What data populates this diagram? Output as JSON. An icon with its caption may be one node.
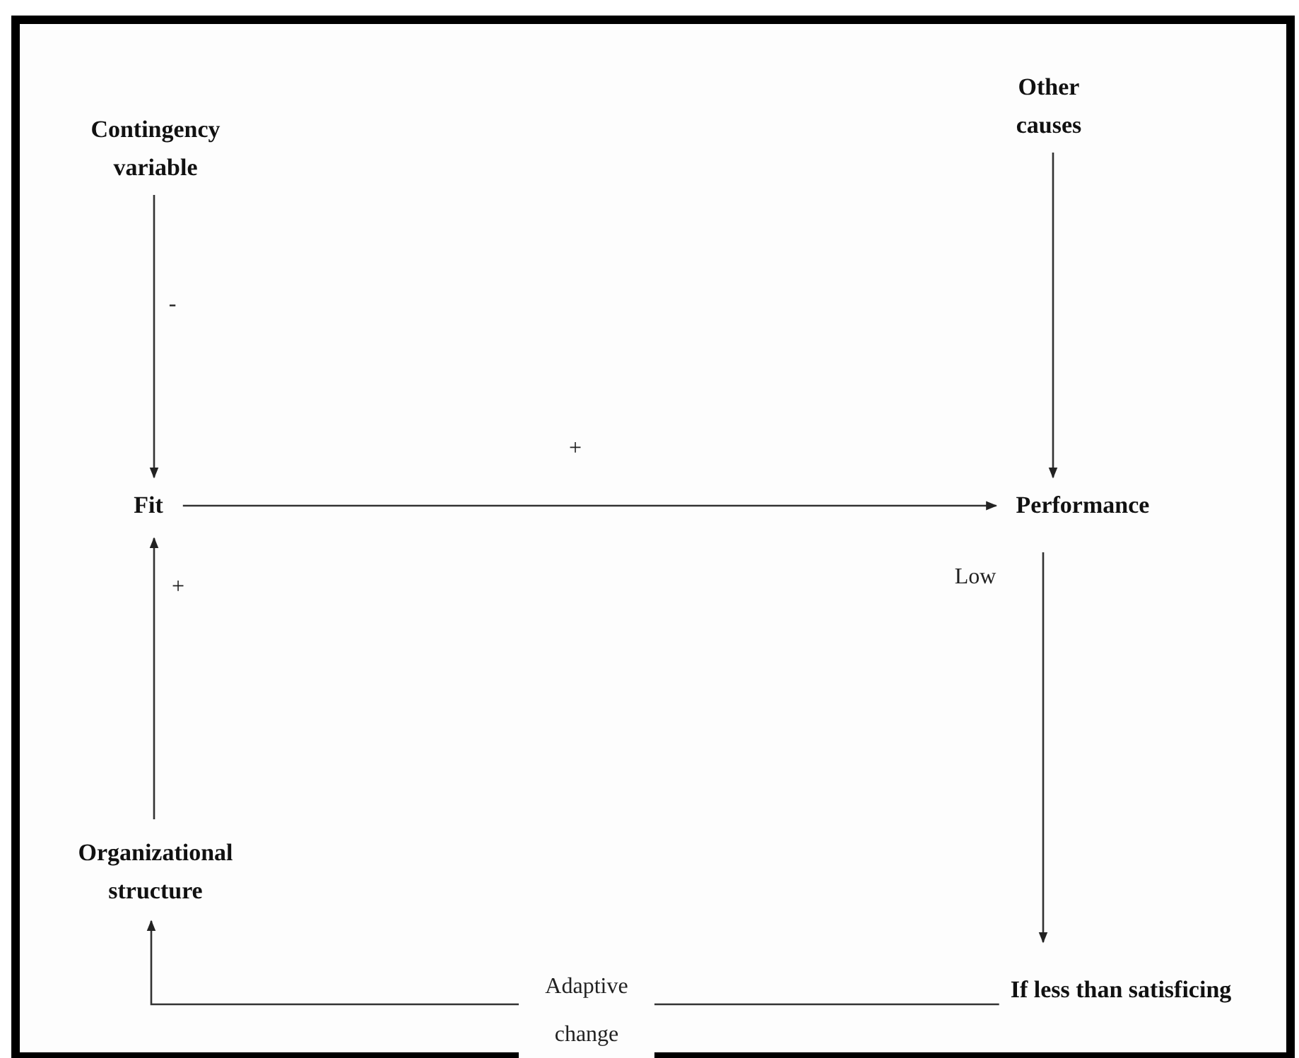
{
  "diagram": {
    "nodes": [
      {
        "text": [
          "Contingency variable"
        ]
      },
      {
        "text": [
          "Other causes"
        ]
      },
      {
        "text": [
          "Fit"
        ]
      },
      {
        "text": [
          "Performance"
        ]
      },
      {
        "text": [
          "Organizational structure"
        ]
      },
      {
        "text": [
          "If less than satisficing"
        ]
      }
    ],
    "edges": [
      {
        "from": 0,
        "to": 2,
        "arrow": "to",
        "label": "-"
      },
      {
        "from": 1,
        "to": 3,
        "arrow": "to"
      },
      {
        "from": 2,
        "to": 3,
        "arrow": "to",
        "label": "+"
      },
      {
        "from": 4,
        "to": 2,
        "arrow": "to",
        "label": "+"
      },
      {
        "from": 3,
        "to": 5,
        "arrow": "to",
        "label": "Low"
      },
      {
        "from": 5,
        "to": 4,
        "arrow": "to",
        "label": "Adaptive change"
      }
    ]
  }
}
